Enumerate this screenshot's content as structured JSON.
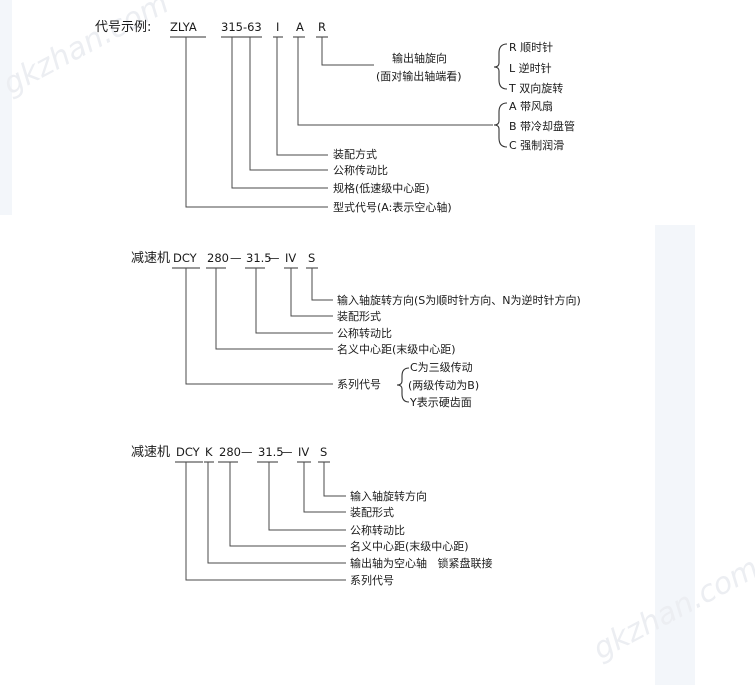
{
  "watermark": "gkzhan.com",
  "section1": {
    "title": "代号示例:",
    "codes": [
      "ZLYA",
      "315-63",
      "I",
      "A",
      "R"
    ],
    "rotation": {
      "line1": "输出轴旋向",
      "line2": "(面对输出轴端看)"
    },
    "rotation_options": [
      "R 顺时针",
      "L 逆时针",
      "T 双向旋转"
    ],
    "cooling_options": [
      "A 带风扇",
      "B 带冷却盘管",
      "C 强制润滑"
    ],
    "labels": [
      "装配方式",
      "公称传动比",
      "规格(低速级中心距)",
      "型式代号(A:表示空心轴)"
    ]
  },
  "section2": {
    "title": "减速机",
    "codes": [
      "DCY",
      "280",
      "—",
      "31.5",
      "—",
      "IV",
      "S"
    ],
    "labels": [
      "输入轴旋转方向(S为顺时针方向、N为逆时针方向)",
      "装配形式",
      "公称转动比",
      "名义中心距(末级中心距)",
      "系列代号"
    ],
    "series_options": [
      "C为三级传动",
      "(两级传动为B)",
      "Y表示硬齿面"
    ]
  },
  "section3": {
    "title": "减速机",
    "codes": [
      "DCY",
      "K",
      "280",
      "—",
      "31.5",
      "—",
      "IV",
      "S"
    ],
    "labels": [
      "输入轴旋转方向",
      "装配形式",
      "公称转动比",
      "名义中心距(末级中心距)",
      "输出轴为空心轴   锁紧盘联接",
      "系列代号"
    ]
  }
}
